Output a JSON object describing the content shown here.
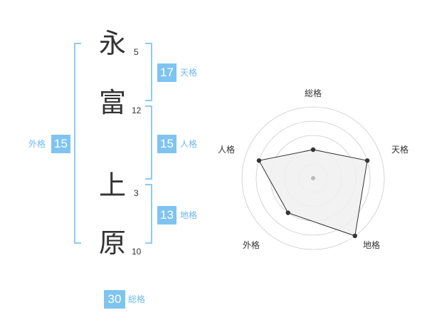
{
  "name": {
    "characters": [
      {
        "char": "永",
        "strokes": "5"
      },
      {
        "char": "富",
        "strokes": "12"
      },
      {
        "char": "上",
        "strokes": "3"
      },
      {
        "char": "原",
        "strokes": "10"
      }
    ]
  },
  "fortunes": {
    "tenkaku": {
      "value": "17",
      "label": "天格"
    },
    "jinkaku": {
      "value": "15",
      "label": "人格"
    },
    "chikaku": {
      "value": "13",
      "label": "地格"
    },
    "gaikaku": {
      "value": "15",
      "label": "外格"
    },
    "soukaku": {
      "value": "30",
      "label": "総格"
    }
  },
  "chart_data": {
    "type": "radar",
    "axes": [
      "総格",
      "天格",
      "地格",
      "外格",
      "人格"
    ],
    "values": [
      2,
      4,
      5,
      3,
      4
    ],
    "max": 5,
    "rings": 5,
    "colors": {
      "fill": "#f0f0f0",
      "line": "#333333",
      "grid": "#cccccc",
      "point": "#333333",
      "center": "#bbbbbb"
    }
  },
  "colors": {
    "accent": "#7fc4f0",
    "bracket": "#8ecbf1",
    "label": "#6fb9ec",
    "text": "#333333"
  }
}
